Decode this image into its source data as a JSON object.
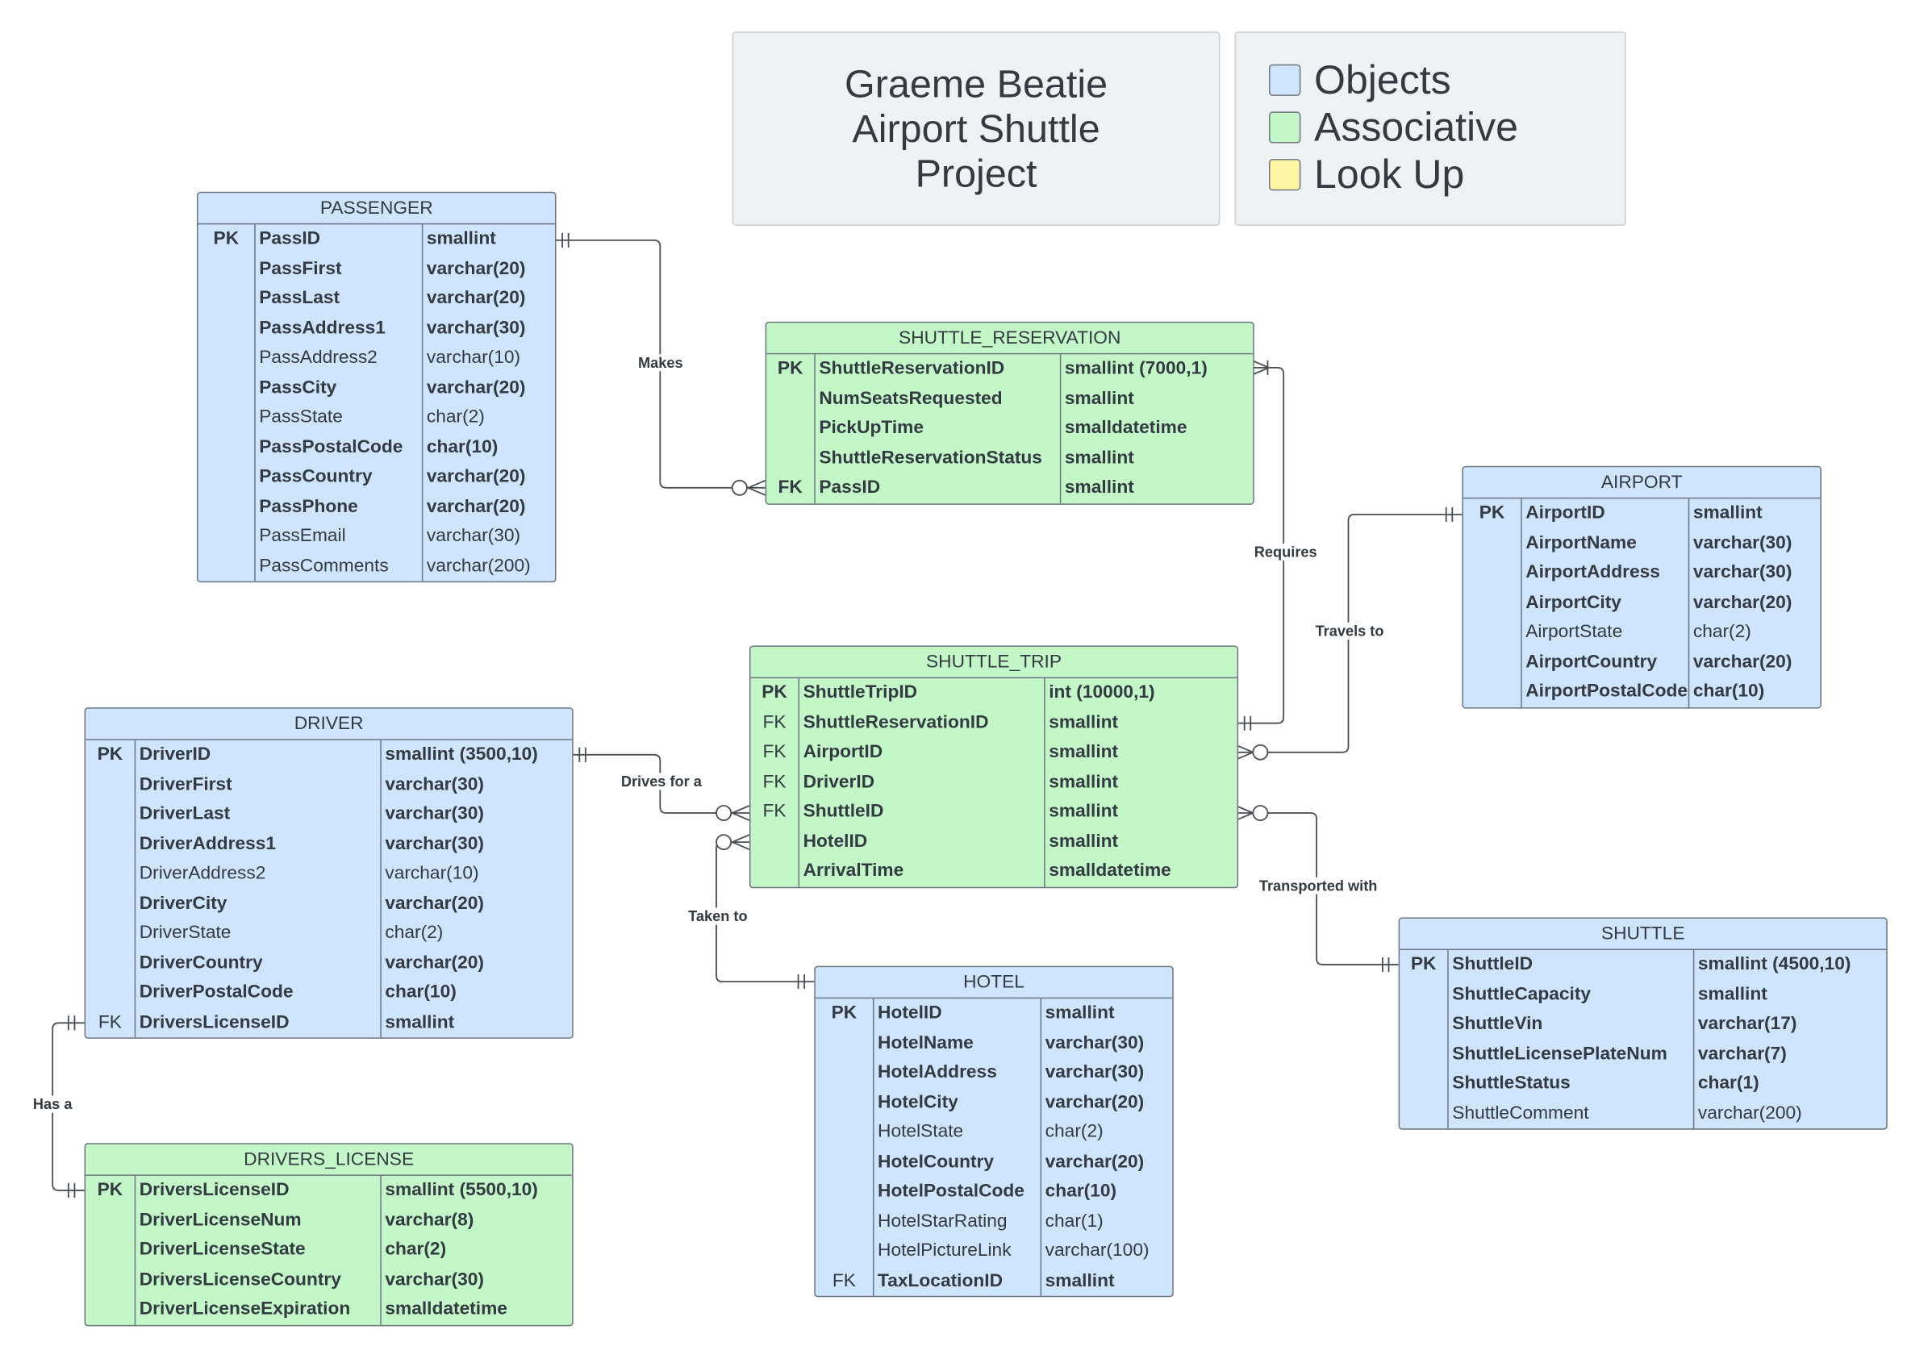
{
  "title": "Graeme Beatie Airport Shuttle Project",
  "legend": [
    {
      "label": "Objects",
      "color": "#cfe4fd"
    },
    {
      "label": "Associative",
      "color": "#c3f7c8"
    },
    {
      "label": "Look Up",
      "color": "#fff5a3"
    }
  ],
  "relationships": {
    "makes": "Makes",
    "requires": "Requires",
    "travels_to": "Travels to",
    "drives_for_a": "Drives for a",
    "taken_to": "Taken to",
    "transported_with": "Transported with",
    "has_a": "Has a"
  },
  "entities": {
    "passenger": {
      "name": "PASSENGER",
      "rows": [
        {
          "k": "PK",
          "n": "PassID",
          "t": "smallint",
          "b": true
        },
        {
          "k": "",
          "n": "PassFirst",
          "t": "varchar(20)",
          "b": true
        },
        {
          "k": "",
          "n": "PassLast",
          "t": "varchar(20)",
          "b": true
        },
        {
          "k": "",
          "n": "PassAddress1",
          "t": "varchar(30)",
          "b": true
        },
        {
          "k": "",
          "n": "PassAddress2",
          "t": "varchar(10)",
          "b": false
        },
        {
          "k": "",
          "n": "PassCity",
          "t": "varchar(20)",
          "b": true
        },
        {
          "k": "",
          "n": "PassState",
          "t": "char(2)",
          "b": false
        },
        {
          "k": "",
          "n": "PassPostalCode",
          "t": "char(10)",
          "b": true
        },
        {
          "k": "",
          "n": "PassCountry",
          "t": "varchar(20)",
          "b": true
        },
        {
          "k": "",
          "n": "PassPhone",
          "t": "varchar(20)",
          "b": true
        },
        {
          "k": "",
          "n": "PassEmail",
          "t": "varchar(30)",
          "b": false
        },
        {
          "k": "",
          "n": "PassComments",
          "t": "varchar(200)",
          "b": false
        }
      ]
    },
    "shuttle_reservation": {
      "name": "SHUTTLE_RESERVATION",
      "rows": [
        {
          "k": "PK",
          "n": "ShuttleReservationID",
          "t": "smallint (7000,1)",
          "b": true
        },
        {
          "k": "",
          "n": "NumSeatsRequested",
          "t": "smallint",
          "b": true
        },
        {
          "k": "",
          "n": "PickUpTime",
          "t": "smalldatetime",
          "b": true
        },
        {
          "k": "",
          "n": "ShuttleReservationStatus",
          "t": "smallint",
          "b": true
        },
        {
          "k": "FK",
          "n": "PassID",
          "t": "smallint",
          "b": true
        }
      ]
    },
    "airport": {
      "name": "AIRPORT",
      "rows": [
        {
          "k": "PK",
          "n": "AirportID",
          "t": "smallint",
          "b": true
        },
        {
          "k": "",
          "n": "AirportName",
          "t": "varchar(30)",
          "b": true
        },
        {
          "k": "",
          "n": "AirportAddress",
          "t": "varchar(30)",
          "b": true
        },
        {
          "k": "",
          "n": "AirportCity",
          "t": "varchar(20)",
          "b": true
        },
        {
          "k": "",
          "n": "AirportState",
          "t": "char(2)",
          "b": false
        },
        {
          "k": "",
          "n": "AirportCountry",
          "t": "varchar(20)",
          "b": true
        },
        {
          "k": "",
          "n": "AirportPostalCode",
          "t": "char(10)",
          "b": true
        }
      ]
    },
    "shuttle_trip": {
      "name": "SHUTTLE_TRIP",
      "rows": [
        {
          "k": "PK",
          "n": "ShuttleTripID",
          "t": "int (10000,1)",
          "b": true
        },
        {
          "k": "FK",
          "n": "ShuttleReservationID",
          "t": "smallint",
          "b": true
        },
        {
          "k": "FK",
          "n": "AirportID",
          "t": "smallint",
          "b": true
        },
        {
          "k": "FK",
          "n": "DriverID",
          "t": "smallint",
          "b": true
        },
        {
          "k": "FK",
          "n": "ShuttleID",
          "t": "smallint",
          "b": true
        },
        {
          "k": "",
          "n": "HotelID",
          "t": "smallint",
          "b": true
        },
        {
          "k": "",
          "n": "ArrivalTime",
          "t": "smalldatetime",
          "b": true
        }
      ]
    },
    "driver": {
      "name": "DRIVER",
      "rows": [
        {
          "k": "PK",
          "n": "DriverID",
          "t": "smallint (3500,10)",
          "b": true
        },
        {
          "k": "",
          "n": "DriverFirst",
          "t": "varchar(30)",
          "b": true
        },
        {
          "k": "",
          "n": "DriverLast",
          "t": "varchar(30)",
          "b": true
        },
        {
          "k": "",
          "n": "DriverAddress1",
          "t": "varchar(30)",
          "b": true
        },
        {
          "k": "",
          "n": "DriverAddress2",
          "t": "varchar(10)",
          "b": false
        },
        {
          "k": "",
          "n": "DriverCity",
          "t": "varchar(20)",
          "b": true
        },
        {
          "k": "",
          "n": "DriverState",
          "t": "char(2)",
          "b": false
        },
        {
          "k": "",
          "n": "DriverCountry",
          "t": "varchar(20)",
          "b": true
        },
        {
          "k": "",
          "n": "DriverPostalCode",
          "t": "char(10)",
          "b": true
        },
        {
          "k": "FK",
          "n": "DriversLicenseID",
          "t": "smallint",
          "b": true
        }
      ]
    },
    "hotel": {
      "name": "HOTEL",
      "rows": [
        {
          "k": "PK",
          "n": "HotelID",
          "t": "smallint",
          "b": true
        },
        {
          "k": "",
          "n": "HotelName",
          "t": "varchar(30)",
          "b": true
        },
        {
          "k": "",
          "n": "HotelAddress",
          "t": "varchar(30)",
          "b": true
        },
        {
          "k": "",
          "n": "HotelCity",
          "t": "varchar(20)",
          "b": true
        },
        {
          "k": "",
          "n": "HotelState",
          "t": "char(2)",
          "b": false
        },
        {
          "k": "",
          "n": "HotelCountry",
          "t": "varchar(20)",
          "b": true
        },
        {
          "k": "",
          "n": "HotelPostalCode",
          "t": "char(10)",
          "b": true
        },
        {
          "k": "",
          "n": "HotelStarRating",
          "t": "char(1)",
          "b": false
        },
        {
          "k": "",
          "n": "HotelPictureLink",
          "t": "varchar(100)",
          "b": false
        },
        {
          "k": "FK",
          "n": "TaxLocationID",
          "t": "smallint",
          "b": true
        }
      ]
    },
    "shuttle": {
      "name": "SHUTTLE",
      "rows": [
        {
          "k": "PK",
          "n": "ShuttleID",
          "t": "smallint (4500,10)",
          "b": true
        },
        {
          "k": "",
          "n": "ShuttleCapacity",
          "t": "smallint",
          "b": true
        },
        {
          "k": "",
          "n": "ShuttleVin",
          "t": "varchar(17)",
          "b": true
        },
        {
          "k": "",
          "n": "ShuttleLicensePlateNum",
          "t": "varchar(7)",
          "b": true
        },
        {
          "k": "",
          "n": "ShuttleStatus",
          "t": "char(1)",
          "b": true
        },
        {
          "k": "",
          "n": "ShuttleComment",
          "t": "varchar(200)",
          "b": false
        }
      ]
    },
    "drivers_license": {
      "name": "DRIVERS_LICENSE",
      "rows": [
        {
          "k": "PK",
          "n": "DriversLicenseID",
          "t": "smallint (5500,10)",
          "b": true
        },
        {
          "k": "",
          "n": "DriverLicenseNum",
          "t": "varchar(8)",
          "b": true
        },
        {
          "k": "",
          "n": "DriverLicenseState",
          "t": "char(2)",
          "b": true
        },
        {
          "k": "",
          "n": "DriversLicenseCountry",
          "t": "varchar(30)",
          "b": true
        },
        {
          "k": "",
          "n": "DriverLicenseExpiration",
          "t": "smalldatetime",
          "b": true
        }
      ]
    }
  }
}
